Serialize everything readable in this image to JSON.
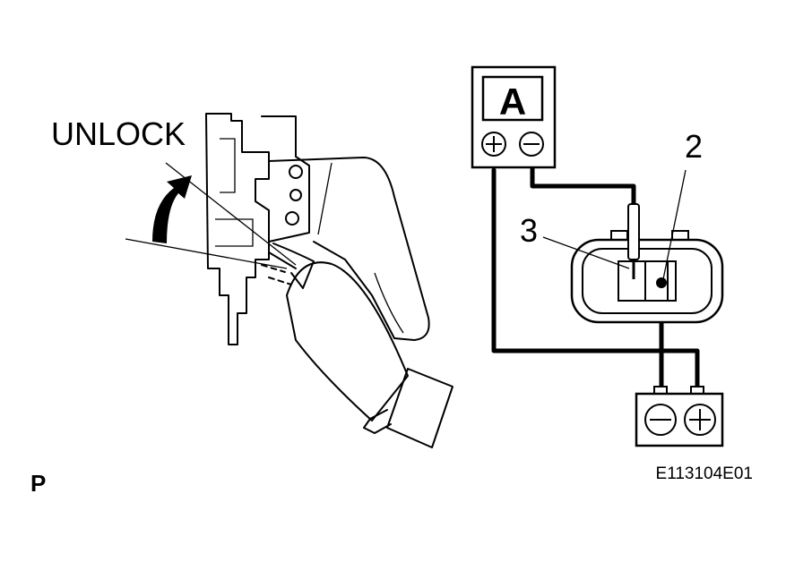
{
  "labels": {
    "unlock": "UNLOCK",
    "view_marker": "P",
    "figure_code": "E113104E01",
    "terminal_2": "2",
    "terminal_3": "3"
  },
  "ammeter": {
    "display": "A",
    "pos_symbol": "⊕",
    "neg_symbol": "⊖"
  },
  "battery": {
    "neg_symbol": "⊖",
    "pos_symbol": "⊕"
  }
}
